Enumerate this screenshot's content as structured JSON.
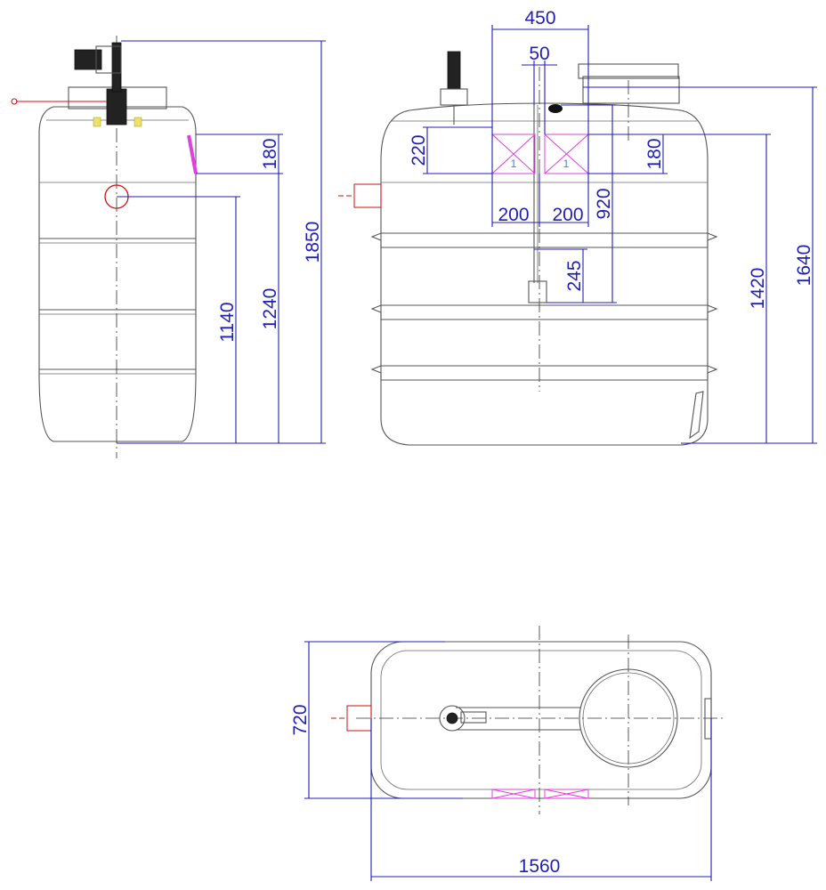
{
  "colors": {
    "dimension": "#1f1fb4",
    "outline": "#555555",
    "zone": "#e040e0",
    "accent_red": "#d01010",
    "accent_yellow": "#f0e070"
  },
  "side_view": {
    "dimensions": [
      "180",
      "1140",
      "1240",
      "1850"
    ]
  },
  "front_view": {
    "dimensions": [
      "450",
      "50",
      "220",
      "180",
      "200",
      "200",
      "920",
      "245",
      "1420",
      "1640"
    ],
    "zone_labels": [
      "1",
      "1"
    ]
  },
  "top_view": {
    "dimensions": [
      "720",
      "1560"
    ]
  }
}
